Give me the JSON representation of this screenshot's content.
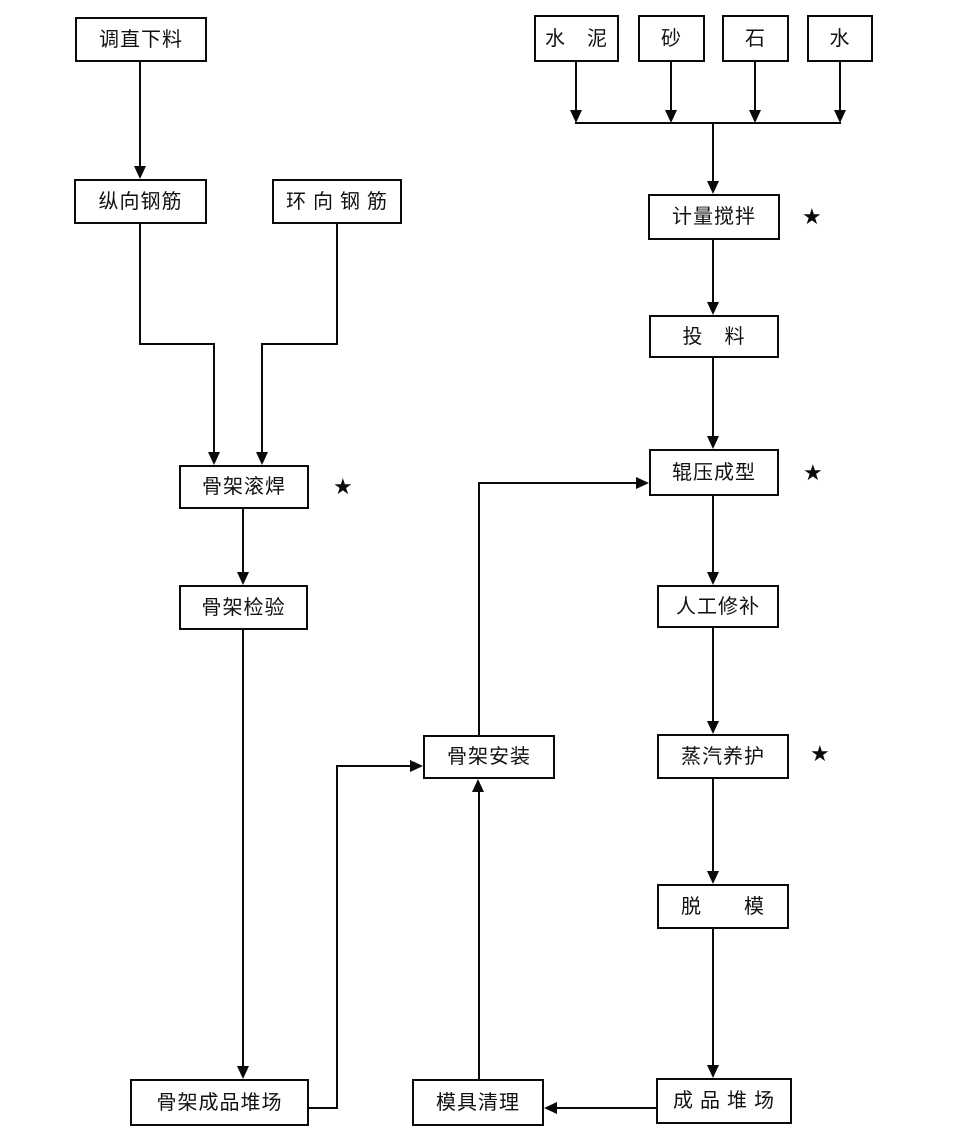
{
  "diagram": {
    "star_symbol": "★",
    "nodes": {
      "straighten_cut": {
        "label": "调直下料"
      },
      "longitudinal_rebar": {
        "label": "纵向钢筋"
      },
      "circumferential_rebar": {
        "label": "环 向 钢 筋"
      },
      "cage_roll_welding": {
        "label": "骨架滚焊",
        "starred": true
      },
      "cage_inspection": {
        "label": "骨架检验"
      },
      "cage_product_yard": {
        "label": "骨架成品堆场"
      },
      "cage_installation": {
        "label": "骨架安装"
      },
      "mold_cleaning": {
        "label": "模具清理"
      },
      "cement": {
        "label": "水　泥"
      },
      "sand": {
        "label": "砂"
      },
      "stone": {
        "label": "石"
      },
      "water": {
        "label": "水"
      },
      "metering_mixing": {
        "label": "计量搅拌",
        "starred": true
      },
      "feeding": {
        "label": "投　料"
      },
      "roll_forming": {
        "label": "辊压成型",
        "starred": true
      },
      "manual_repair": {
        "label": "人工修补"
      },
      "steam_curing": {
        "label": "蒸汽养护",
        "starred": true
      },
      "demolding": {
        "label": "脱　　模"
      },
      "product_yard": {
        "label": "成 品 堆 场"
      }
    }
  }
}
